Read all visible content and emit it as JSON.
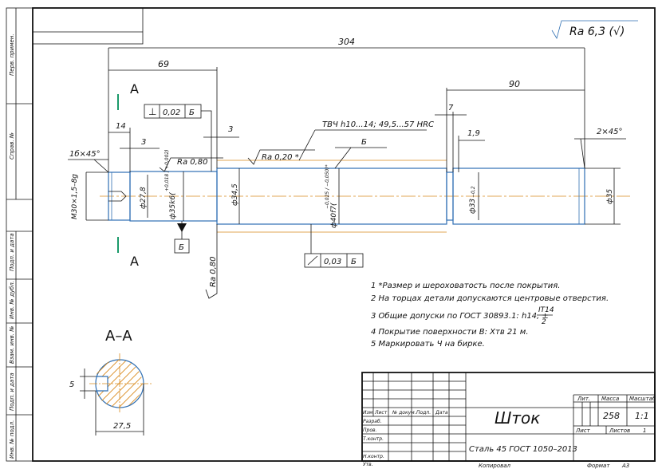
{
  "roughness": {
    "main": "Ra 6,3 (√)"
  },
  "dims": {
    "overall": "304",
    "d69": "69",
    "d90": "90",
    "d14": "14",
    "d3a": "3",
    "d3b": "3",
    "d7": "7",
    "d19": "1,9",
    "chamfer_left": "1б×45°",
    "chamfer_right": "2×45°",
    "thread": "М30×1,5–8g",
    "d278": "ф27,8",
    "d35k6": "ф35k6(",
    "d35k6_tol": "+0,018 / +0,002)",
    "d345": "ф34,5",
    "d40f7": "ф40f7(",
    "d40f7_tol": "−0,025 / −0,050)*",
    "d33": "ф33",
    "d33_tol": "−0,2",
    "d35": "ф35",
    "sect_w": "27,5",
    "sect_5": "5"
  },
  "annotations": {
    "perp_sym": "⊥",
    "perp_val": "0,02",
    "perp_base": "Б",
    "ra080a": "Ra 0,80",
    "ra080b": "Ra 0,80",
    "ra020": "Ra 0,20 *",
    "tvch": "ТВЧ h10...14; 49,5...57 HRC",
    "base_b": "Б",
    "base_b_box": "Б",
    "runout_val": "0,03",
    "runout_base": "Б",
    "section_a_top": "А",
    "section_a_bot": "А",
    "section_title": "А–А"
  },
  "notes": [
    "1 *Размер и шероховатость после покрытия.",
    "2 На торцах детали допускаются центровые отверстия.",
    "3 Общие допуски по ГОСТ 30893.1: h14, ±",
    "4 Покрытие поверхности В: Хтв 21 м.",
    "5 Маркировать Ч на бирке."
  ],
  "note3_frac": {
    "num": "IT14",
    "den": "2"
  },
  "title_block": {
    "name": "Шток",
    "material": "Сталь 45 ГОСТ 1050–2013",
    "lit_label": "Лит.",
    "mass_label": "Масса",
    "scale_label": "Масштаб",
    "mass": "258",
    "scale": "1:1",
    "sheet_label": "Лист",
    "sheets_label": "Листов",
    "sheets": "1",
    "rows": [
      "Изм.",
      "Лист",
      "№ докум.",
      "Подп.",
      "Дата"
    ],
    "roles": [
      "Разраб.",
      "Пров.",
      "Т.контр.",
      "",
      "Н.контр.",
      "Утв."
    ],
    "copied": "Копировал",
    "format_label": "Формат",
    "format": "А3"
  },
  "side_stamps": [
    "Перв. примен.",
    "Справ. №",
    "Подп. и дата",
    "Инв. № дубл.",
    "Взам. инв. №",
    "Подп. и дата",
    "Инв. № подл."
  ]
}
